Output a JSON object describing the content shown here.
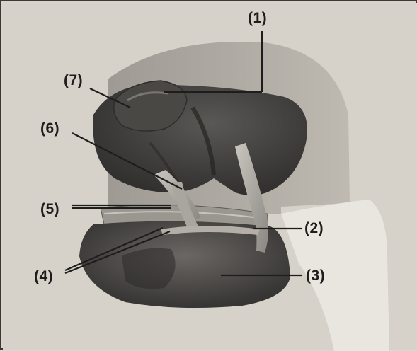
{
  "labels": [
    {
      "id": "1",
      "text": "(1)"
    },
    {
      "id": "2",
      "text": "(2)"
    },
    {
      "id": "3",
      "text": "(3)"
    },
    {
      "id": "4",
      "text": "(4)"
    },
    {
      "id": "5",
      "text": "(5)"
    },
    {
      "id": "6",
      "text": "(6)"
    },
    {
      "id": "7",
      "text": "(7)"
    }
  ]
}
